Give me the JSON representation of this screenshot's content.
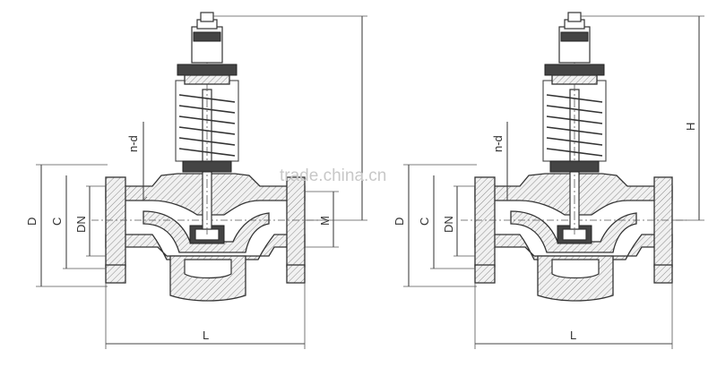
{
  "watermark": "trade.china.cn",
  "views": [
    {
      "id": "left",
      "labels": {
        "nd": "n-d",
        "D": "D",
        "C": "C",
        "DN": "DN",
        "M": "M",
        "L": "L"
      }
    },
    {
      "id": "right",
      "labels": {
        "nd": "n-d",
        "D": "D",
        "C": "C",
        "DN": "DN",
        "H": "H",
        "L": "L"
      }
    }
  ]
}
